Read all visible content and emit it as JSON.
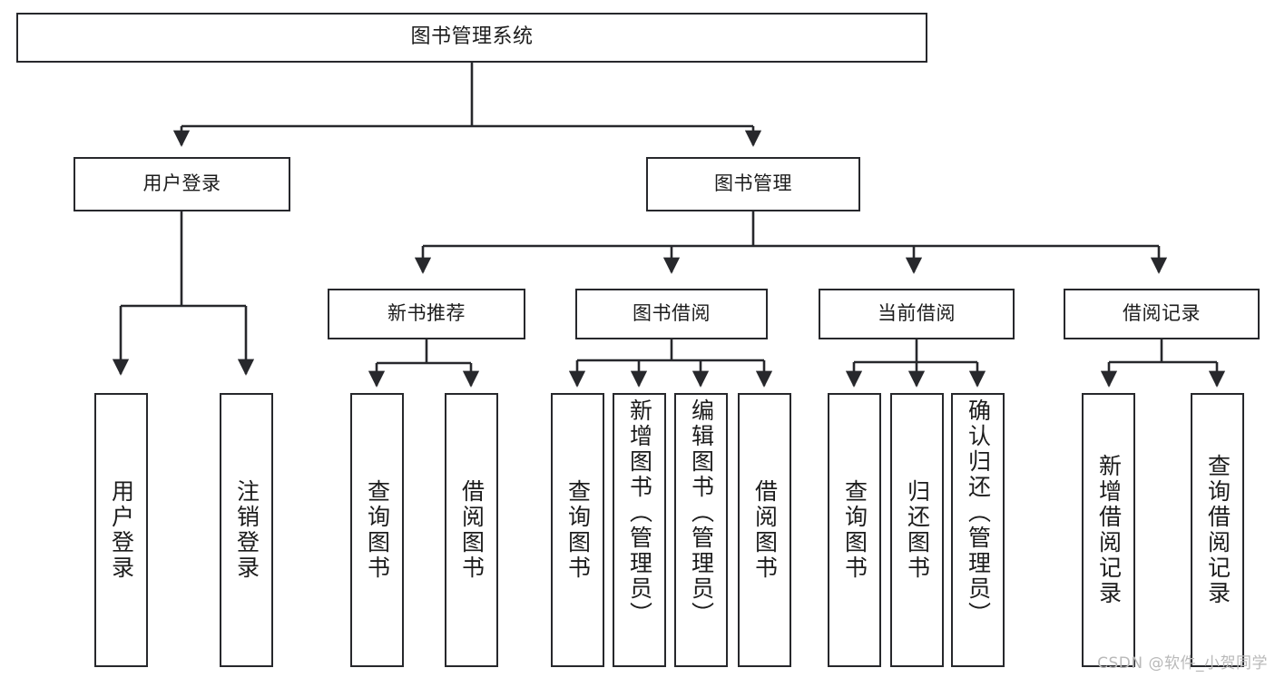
{
  "diagram": {
    "title": "图书管理系统",
    "type": "tree",
    "watermark": "CSDN @软件_小贺同学",
    "colors": {
      "border": "#27282c",
      "background": "#ffffff",
      "text": "#1c1c1c",
      "connector": "#27282c",
      "watermark": "#b9b9b9"
    },
    "root": {
      "label": "图书管理系统"
    },
    "level2": [
      {
        "label": "用户登录"
      },
      {
        "label": "图书管理"
      }
    ],
    "level3": [
      {
        "label": "新书推荐"
      },
      {
        "label": "图书借阅"
      },
      {
        "label": "当前借阅"
      },
      {
        "label": "借阅记录"
      }
    ],
    "leaves": {
      "user_login": [
        {
          "label": "用户登录"
        },
        {
          "label": "注销登录"
        }
      ],
      "new_book_recommend": [
        {
          "label": "查询图书"
        },
        {
          "label": "借阅图书"
        }
      ],
      "book_borrow": [
        {
          "label": "查询图书"
        },
        {
          "label": "新增图书（管理员）"
        },
        {
          "label": "编辑图书（管理员）"
        },
        {
          "label": "借阅图书"
        }
      ],
      "current_borrow": [
        {
          "label": "查询图书"
        },
        {
          "label": "归还图书"
        },
        {
          "label": "确认归还（管理员）"
        }
      ],
      "borrow_record": [
        {
          "label": "新增借阅记录"
        },
        {
          "label": "查询借阅记录"
        }
      ]
    }
  }
}
